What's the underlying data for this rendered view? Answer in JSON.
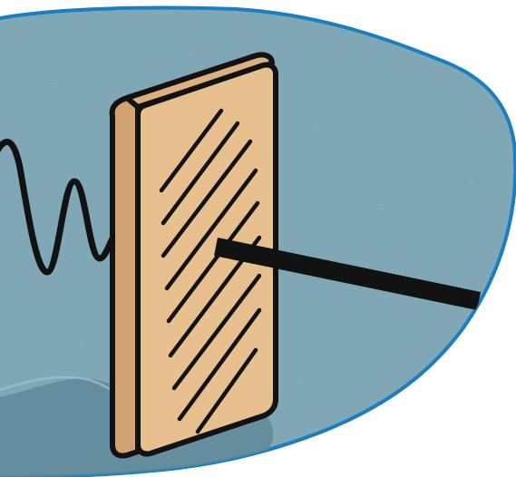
{
  "scene": {
    "subject": "polarizing-filter-illustration",
    "colors": {
      "background": "#ffffff",
      "blob_fill": "#7fa7b5",
      "blob_stroke": "#1a7fc1",
      "shadow": "#5f8999",
      "panel_front": "#e8c08f",
      "panel_side": "#d2a371",
      "panel_top": "#ddb07f",
      "outline": "#121212"
    },
    "elements": {
      "wave": "unpolarized-wave",
      "filter": "polarizing-filter-panel",
      "beam": "polarized-light-beam"
    }
  }
}
